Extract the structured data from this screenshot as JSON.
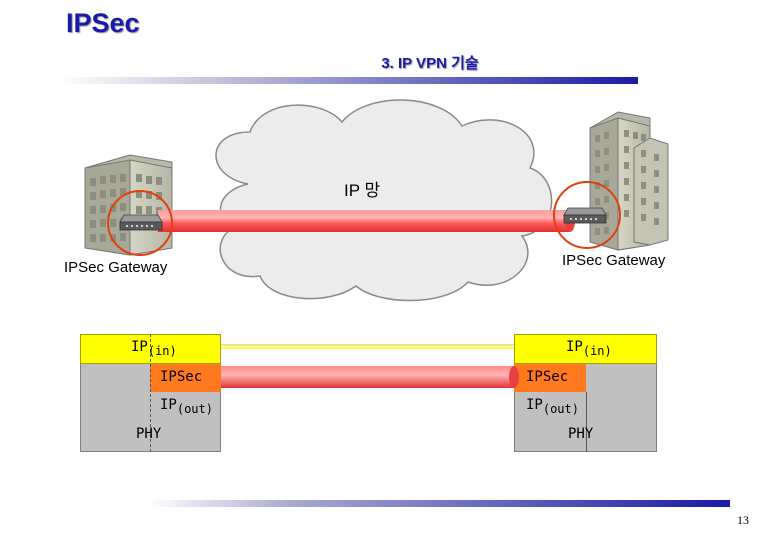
{
  "header": {
    "title": "IPSec",
    "subtitle": "3. IP VPN 기술"
  },
  "network": {
    "cloud_label": "IP 망",
    "gateway_left_label": "IPSec Gateway",
    "gateway_right_label": "IPSec Gateway"
  },
  "stack_left": {
    "ip_in": "IP",
    "ip_in_sub": "(in)",
    "ipsec": "IPSec",
    "ip_out": "IP",
    "ip_out_sub": "(out)",
    "phy": "PHY"
  },
  "stack_right": {
    "ip_in": "IP",
    "ip_in_sub": "(in)",
    "ipsec": "IPSec",
    "ip_out": "IP",
    "ip_out_sub": "(out)",
    "phy": "PHY"
  },
  "footer": {
    "page_number": "13"
  },
  "colors": {
    "title": "#1a1aa8",
    "tunnel": "#ff6060",
    "ipsec_box": "#ff7a1e",
    "ip_in_box": "#ffff00",
    "highlight_circle": "#e04010"
  }
}
